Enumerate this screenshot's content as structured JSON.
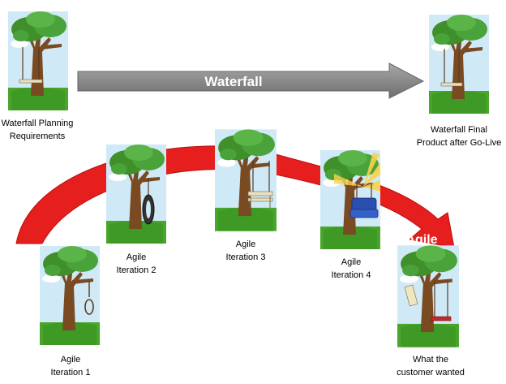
{
  "waterfall": {
    "arrow_label": "Waterfall",
    "start_caption": {
      "line1": "Waterfall Planning",
      "line2": "Requirements"
    },
    "end_caption": {
      "line1": "Waterfall Final",
      "line2": "Product after Go-Live"
    }
  },
  "agile": {
    "arrow_label": "Agile",
    "iterations": [
      {
        "line1": "Agile",
        "line2": "Iteration 1",
        "swing": "noose"
      },
      {
        "line1": "Agile",
        "line2": "Iteration 2",
        "swing": "tire"
      },
      {
        "line1": "Agile",
        "line2": "Iteration 3",
        "swing": "bench"
      },
      {
        "line1": "Agile",
        "line2": "Iteration 4",
        "swing": "armchair"
      }
    ],
    "final_caption": {
      "line1": "What the",
      "line2": "customer wanted",
      "swing": "board-swing"
    }
  },
  "colors": {
    "sky": "#cfe9f7",
    "cloud": "#ffffff",
    "grass": "#4aa52b",
    "trunk": "#7a4a22",
    "foliage": "#3f8f2a",
    "waterfall_arrow": "#8a8a8a",
    "agile_arrow": "#e61e1e",
    "sunburst": "#f7d24a",
    "armchair": "#2a4fb0"
  }
}
